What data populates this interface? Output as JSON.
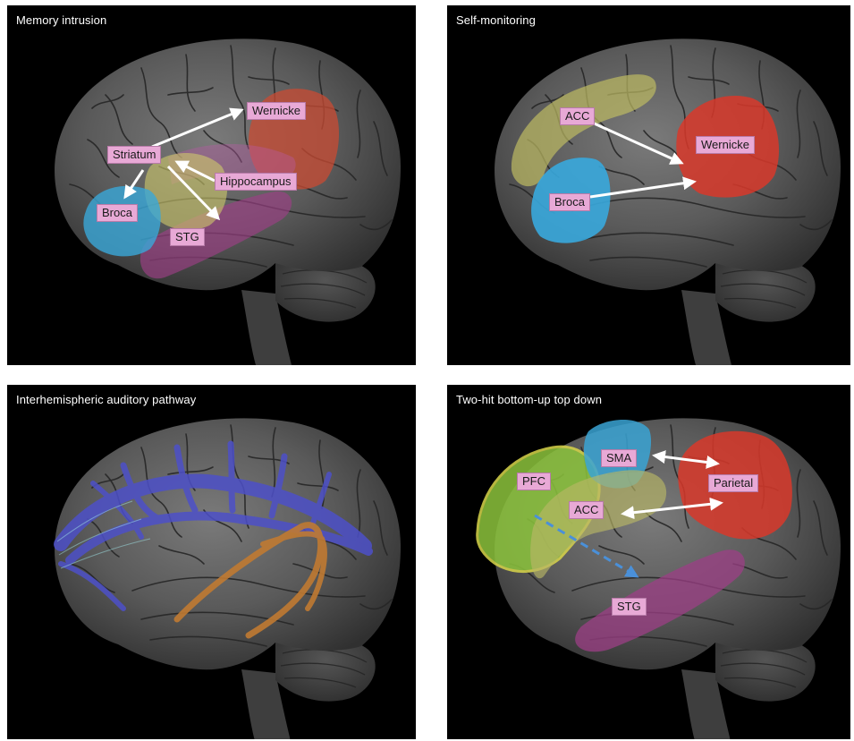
{
  "panels": {
    "memory_intrusion": {
      "title": "Memory intrusion",
      "labels": {
        "wernicke": "Wernicke",
        "striatum": "Striatum",
        "hippocampus": "Hippocampus",
        "broca": "Broca",
        "stg": "STG"
      },
      "region_colors": {
        "broca": "#3aa7d8",
        "striatum": "#cfc96a",
        "wernicke": "#c94b33",
        "stg": "#9c3f86"
      }
    },
    "self_monitoring": {
      "title": "Self-monitoring",
      "labels": {
        "acc": "ACC",
        "wernicke": "Wernicke",
        "broca": "Broca"
      },
      "region_colors": {
        "acc": "#bdbb62",
        "wernicke": "#d8382a",
        "broca": "#39a9dd"
      }
    },
    "interhemispheric": {
      "title": "Interhemispheric auditory pathway",
      "tract_colors": {
        "callosal": "#4d50c8",
        "auditory": "#c07a32"
      }
    },
    "two_hit": {
      "title": "Two-hit bottom-up top down",
      "labels": {
        "sma": "SMA",
        "pfc": "PFC",
        "parietal": "Parietal",
        "acc": "ACC",
        "stg": "STG"
      },
      "region_colors": {
        "pfc": "#8cc43c",
        "sma": "#3aa3d3",
        "parietal": "#d8382a",
        "acc": "#b9b766",
        "stg": "#9c3f86"
      }
    }
  }
}
